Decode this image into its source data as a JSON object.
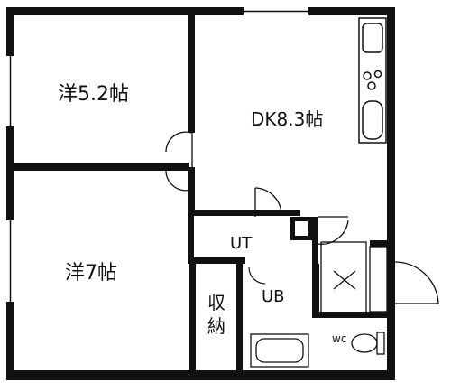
{
  "rooms": {
    "western_room_small": "洋5.2帖",
    "dining_kitchen": "DK8.3帖",
    "western_room_large": "洋7帖",
    "utility": "UT",
    "unit_bath": "UB",
    "storage": "収納",
    "toilet": "wc"
  },
  "colors": {
    "wall": "#111111",
    "background": "#ffffff"
  }
}
